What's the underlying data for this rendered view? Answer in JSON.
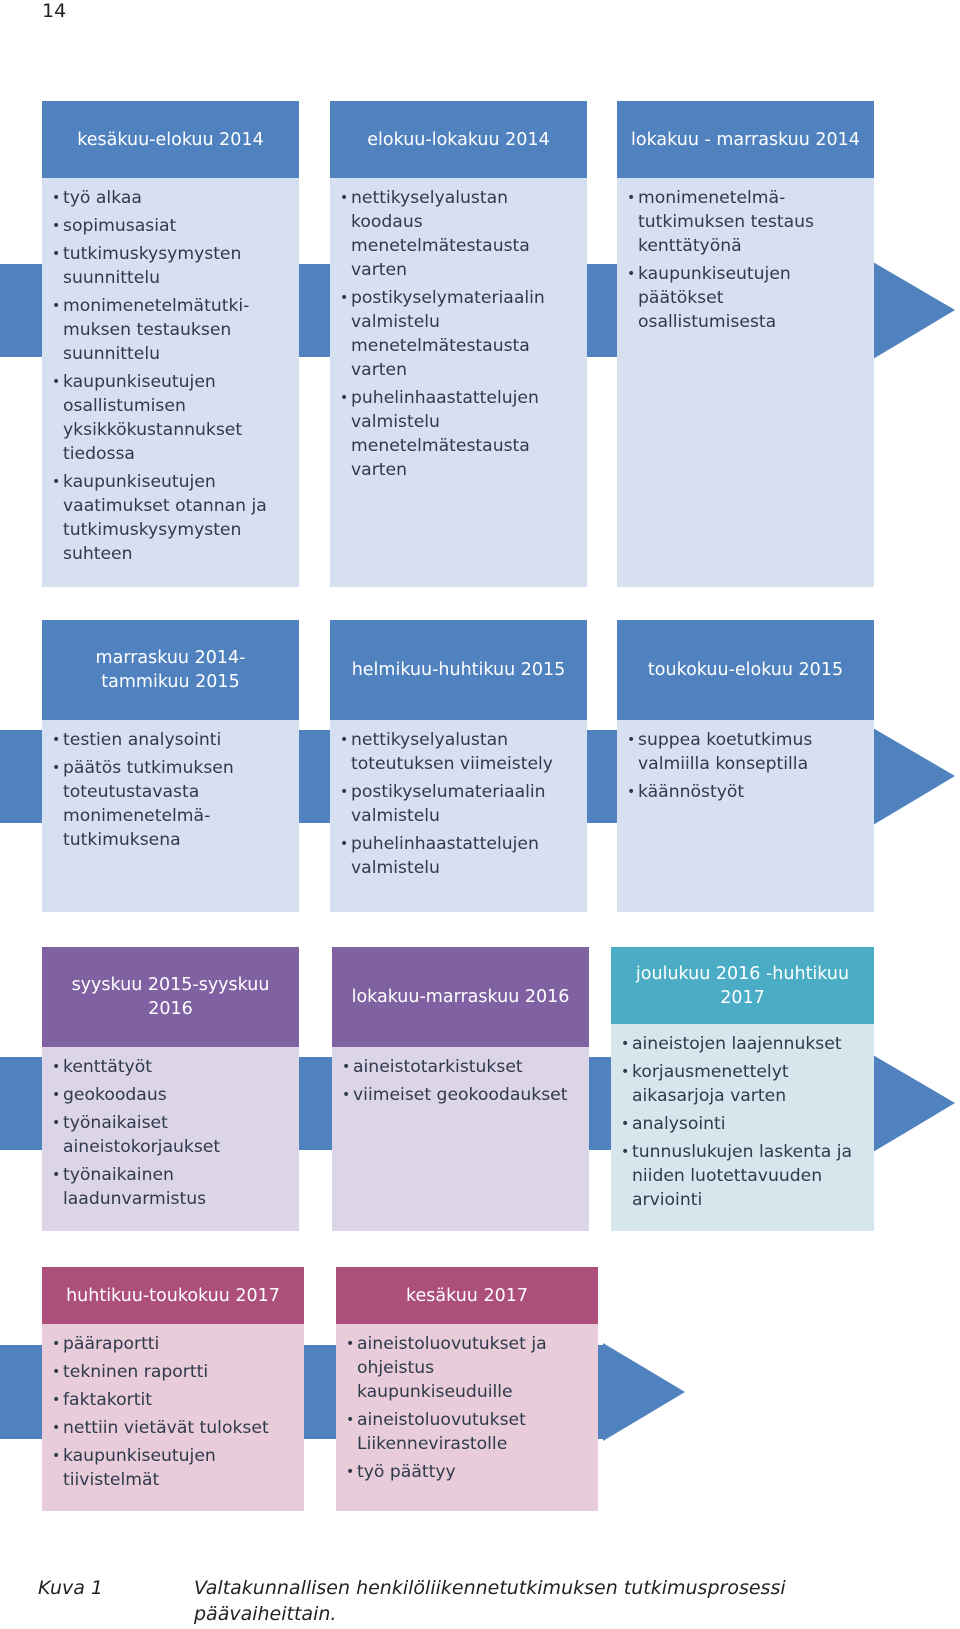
{
  "page_number": "14",
  "colors": {
    "blue_header": "#5082c0",
    "blue_arrow": "#5082c0",
    "blue_body": "#c3d2ea",
    "blue_body_light": "#d7e0f1",
    "purple_header": "#8062a3",
    "purple_arrow": "#5082c0",
    "purple_body": "#cdc4dd",
    "purple_body_light": "#dcd5e7",
    "teal_header": "#4bacc6",
    "teal_body": "#d0e3ea",
    "magenta_header": "#ac4f7a",
    "magenta_arrow": "#5082c0",
    "magenta_body": "#ddb9cb",
    "magenta_body_light": "#e8ccd9"
  },
  "rows": [
    {
      "phases": [
        {
          "title": "kesäkuu-elokuu  2014",
          "items": [
            "työ alkaa",
            "sopimusasiat",
            "tutkimuskysymysten suunnittelu",
            "monimenetelmätutki-muksen testauksen suunnittelu",
            "kaupunkiseutujen osallistumisen yksikkökustannukset tiedossa",
            "kaupunkiseutujen vaatimukset otannan ja tutkimuskysymysten suhteen"
          ]
        },
        {
          "title": "elokuu-lokakuu 2014",
          "items": [
            "nettikyselyalustan koodaus menetelmätestausta varten",
            "postikyselymateriaalin valmistelu menetelmätestausta varten",
            "puhelinhaastattelujen valmistelu menetelmätestausta varten"
          ]
        },
        {
          "title": "lokakuu - marraskuu 2014",
          "items": [
            "monimenetelmä-tutkimuksen testaus kenttätyönä",
            "kaupunkiseutujen päätökset osallistumisesta"
          ]
        }
      ]
    },
    {
      "phases": [
        {
          "title": "marraskuu 2014-tammikuu 2015",
          "items": [
            "testien analysointi",
            "päätös tutkimuksen toteutustavasta monimenetelmä-tutkimuksena"
          ]
        },
        {
          "title": "helmikuu-huhtikuu 2015",
          "items": [
            "nettikyselyalustan toteutuksen viimeistely",
            "postikyselumateriaalin valmistelu",
            "puhelinhaastattelujen valmistelu"
          ]
        },
        {
          "title": "toukokuu-elokuu 2015",
          "items": [
            "suppea koetutkimus valmiilla konseptilla",
            "käännöstyöt"
          ]
        }
      ]
    },
    {
      "phases": [
        {
          "title": "syyskuu 2015-syyskuu 2016",
          "items": [
            "kenttätyöt",
            "geokoodaus",
            "työnaikaiset aineistokorjaukset",
            "työnaikainen laadunvarmistus"
          ]
        },
        {
          "title": "lokakuu-marraskuu 2016",
          "items": [
            "aineistotarkistukset",
            "viimeiset geokoodaukset"
          ]
        },
        {
          "title": "joulukuu 2016 -huhtikuu 2017",
          "items": [
            "aineistojen laajennukset",
            "korjausmenettelyt aikasarjoja varten",
            "analysointi",
            "tunnuslukujen laskenta ja niiden luotettavuuden arviointi"
          ]
        }
      ]
    },
    {
      "phases": [
        {
          "title": "huhtikuu-toukokuu 2017",
          "items": [
            "pääraportti",
            "tekninen raportti",
            "faktakortit",
            "nettiin vietävät tulokset",
            "kaupunkiseutujen tiivistelmät"
          ]
        },
        {
          "title": "kesäkuu 2017",
          "items": [
            "aineistoluovutukset ja ohjeistus kaupunkiseuduille",
            "aineistoluovutukset Liikennevirastolle",
            "työ päättyy"
          ]
        }
      ]
    }
  ],
  "caption": {
    "label": "Kuva 1",
    "text": "Valtakunnallisen henkilöliikennetutkimuksen tutkimusprosessi päävaiheittain."
  }
}
